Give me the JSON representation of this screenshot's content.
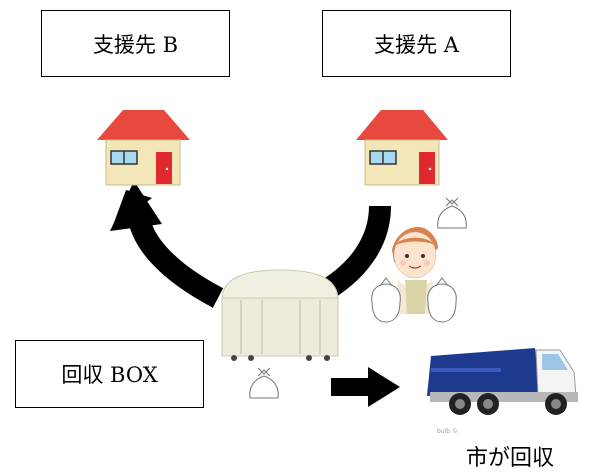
{
  "labels": {
    "support_b": "支援先 B",
    "support_a": "支援先 A",
    "collection_box": "回収 BOX",
    "city_collects": "市が回収"
  },
  "small_text": "bulb ©",
  "colors": {
    "roof": "#e8493f",
    "house_wall": "#f3e6b8",
    "door": "#e0292f",
    "window": "#a8d8f0",
    "truck_body": "#1e3a8f",
    "container": "#eeeadc",
    "arrow": "#000000",
    "apron": "#d9d4a8"
  }
}
